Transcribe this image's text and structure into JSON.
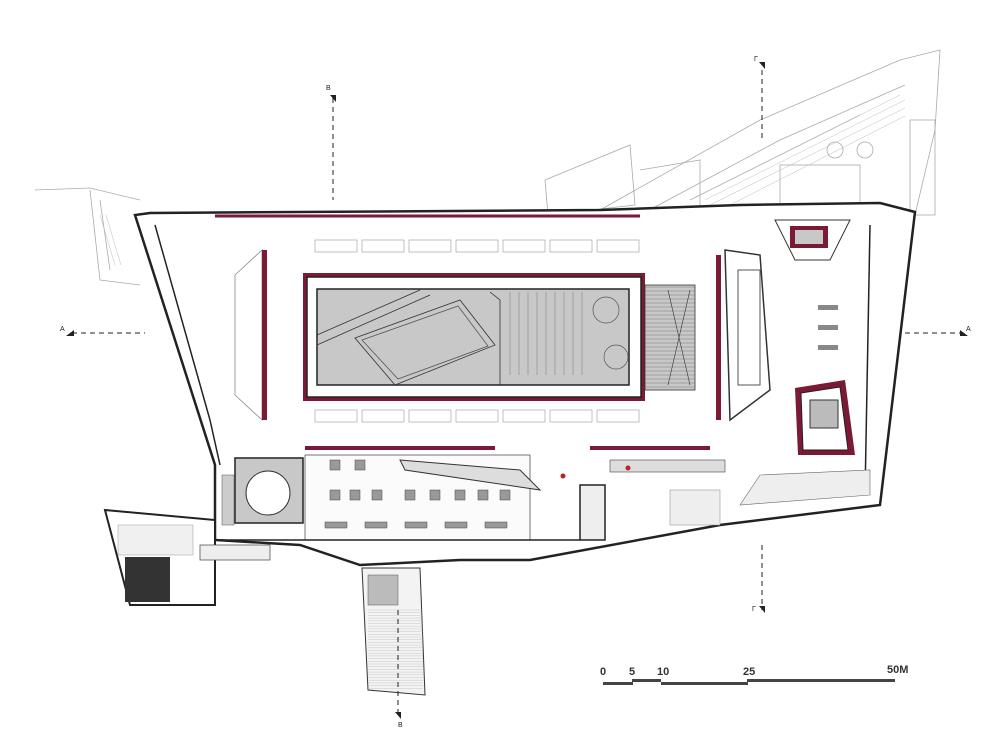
{
  "drawing": {
    "type": "architectural floor plan",
    "colors": {
      "wall": "#222222",
      "accent": "#7a1a35",
      "fill": "#c8c8c8",
      "dark": "#555555"
    },
    "section_markers": {
      "a": "Α",
      "b": "Β",
      "c": "Γ"
    }
  },
  "scale_bar": {
    "ticks": [
      "0",
      "5",
      "10",
      "25",
      "50M"
    ]
  }
}
